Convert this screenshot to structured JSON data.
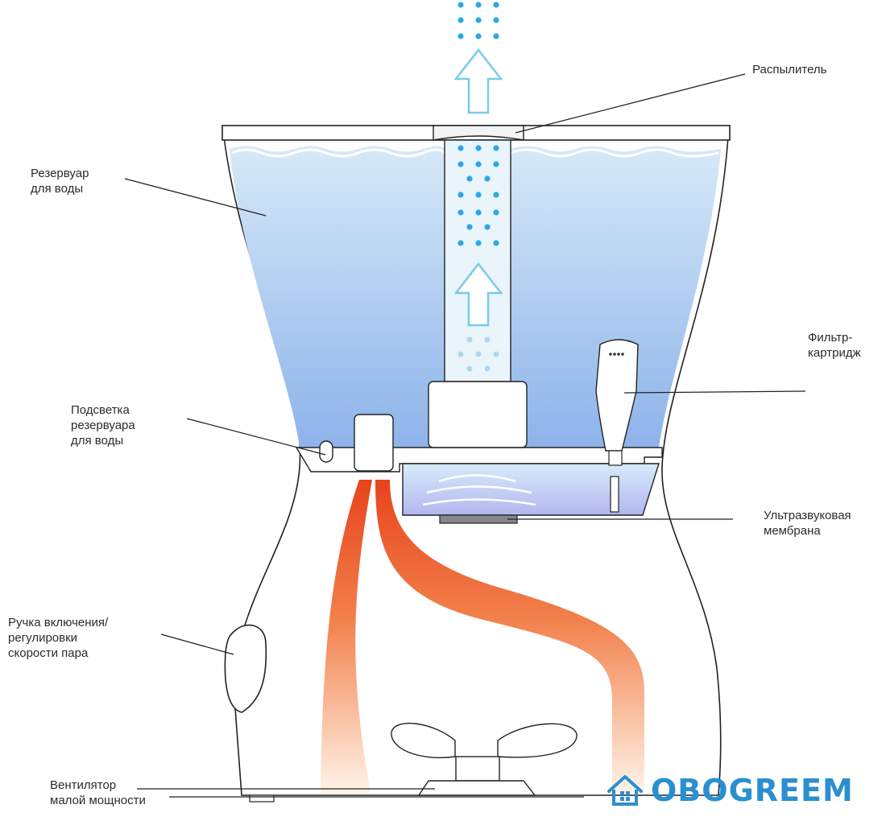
{
  "labels": {
    "sprayer": "Распылитель",
    "reservoir": [
      "Резервуар",
      "для воды"
    ],
    "filter": [
      "Фильтр-",
      "картридж"
    ],
    "backlight": [
      "Подсветка",
      "резервуара",
      "для воды"
    ],
    "membrane": [
      "Ультразвуковая",
      "мембрана"
    ],
    "knob": [
      "Ручка включения/",
      "регулировки",
      "скорости пара"
    ],
    "fan": [
      "Вентилятор",
      "малой мощности"
    ]
  },
  "brand": {
    "name": "OBOGREEM",
    "logo_icon": "house-icon"
  },
  "colors": {
    "water_top": "#d4e8f8",
    "water_bottom": "#8fb6ea",
    "mist_dots": "#2ba8e6",
    "arrow": "#79cbe8",
    "airflow_hot": "#e84a1e",
    "airflow_cool": "#fde4cf",
    "brand": "#2a8fd0"
  }
}
